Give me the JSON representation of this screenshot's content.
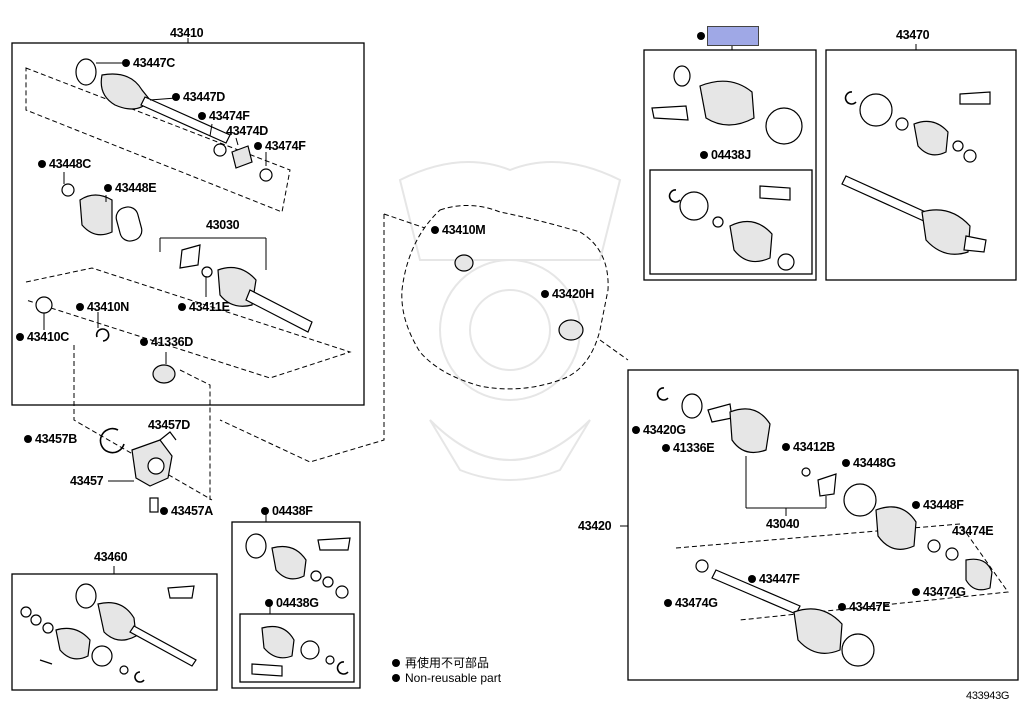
{
  "groups": {
    "g43410": "43410",
    "g43470": "43470",
    "g43460": "43460",
    "g43420": "43420",
    "g43030": "43030",
    "g43040": "43040",
    "g04438F": "04438F",
    "g04438G": "04438G",
    "g04438J": "04438J",
    "g43457": "43457"
  },
  "parts": {
    "p43447C": "43447C",
    "p43447D": "43447D",
    "p43474F_1": "43474F",
    "p43474D": "43474D",
    "p43474F_2": "43474F",
    "p43448C": "43448C",
    "p43448E": "43448E",
    "p43411E": "43411E",
    "p43410N": "43410N",
    "p43410C": "43410C",
    "p41336D": "41336D",
    "p43457B": "43457B",
    "p43457D": "43457D",
    "p43457A": "43457A",
    "p43410M": "43410M",
    "p43420H": "43420H",
    "p43420G": "43420G",
    "p41336E": "41336E",
    "p43412B": "43412B",
    "p43448G": "43448G",
    "p43448F": "43448F",
    "p43474E": "43474E",
    "p43474G_1": "43474G",
    "p43447F": "43447F",
    "p43447E": "43447E",
    "p43474G_2": "43474G"
  },
  "legend": {
    "japanese": "再使用不可部品",
    "english": "Non-reusable part"
  },
  "figure_id": "433943G",
  "colors": {
    "highlight": "#9fa8e6",
    "line": "#000000",
    "part_fill": "#e8e8e8"
  }
}
